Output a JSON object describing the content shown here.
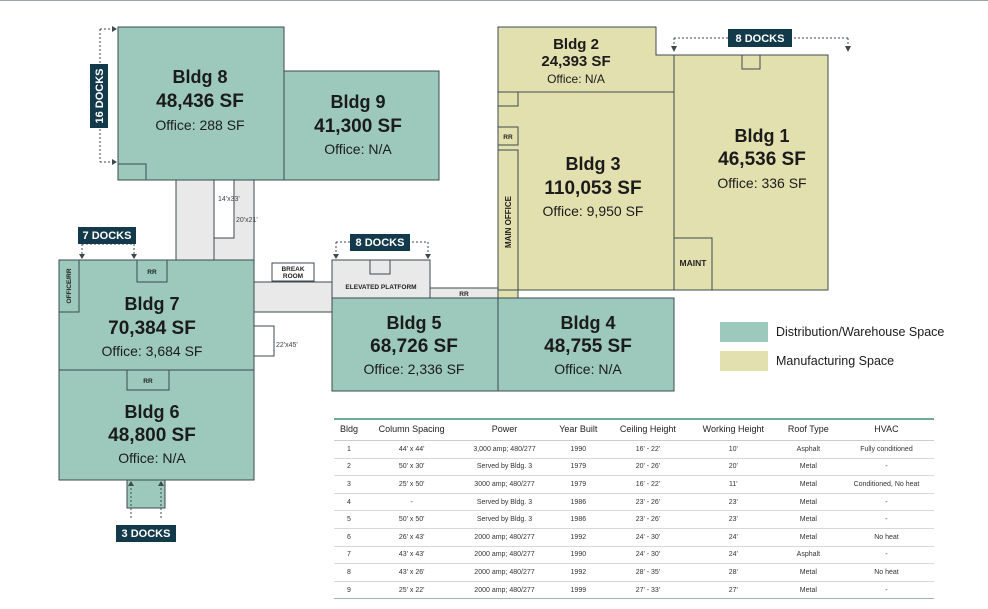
{
  "colors": {
    "distribution": "#9cc9bb",
    "manufacturing": "#e2e0ae",
    "corridor": "#e9e9e9",
    "outline": "#3d4a4f",
    "dock_badge": "#133a4a",
    "rule": "#6fa89c"
  },
  "buildings": {
    "b8": {
      "name": "Bldg 8",
      "sf": "48,436 SF",
      "office": "Office: 288 SF"
    },
    "b9": {
      "name": "Bldg 9",
      "sf": "41,300 SF",
      "office": "Office: N/A"
    },
    "b2": {
      "name": "Bldg 2",
      "sf": "24,393 SF",
      "office": "Office: N/A"
    },
    "b1": {
      "name": "Bldg 1",
      "sf": "46,536 SF",
      "office": "Office: 336 SF"
    },
    "b3": {
      "name": "Bldg 3",
      "sf": "110,053 SF",
      "office": "Office: 9,950 SF"
    },
    "b7": {
      "name": "Bldg 7",
      "sf": "70,384 SF",
      "office": "Office: 3,684 SF"
    },
    "b6": {
      "name": "Bldg 6",
      "sf": "48,800 SF",
      "office": "Office: N/A"
    },
    "b5": {
      "name": "Bldg 5",
      "sf": "68,726 SF",
      "office": "Office: 2,336 SF"
    },
    "b4": {
      "name": "Bldg 4",
      "sf": "48,755 SF",
      "office": "Office: N/A"
    }
  },
  "docks": {
    "d16": "16 DOCKS",
    "d8a": "8 DOCKS",
    "d7": "7 DOCKS",
    "d8b": "8 DOCKS",
    "d3": "3 DOCKS"
  },
  "rooms": {
    "rr": "RR",
    "main_office": "MAIN OFFICE",
    "maint": "MAINT",
    "office_rr": "OFFICE/RR",
    "break_room_1": "BREAK",
    "break_room_2": "ROOM",
    "elevated_platform": "ELEVATED PLATFORM"
  },
  "dimensions": {
    "d1": "14'x33'",
    "d2": "20'x21'",
    "d3": "22'x45'"
  },
  "legend": [
    {
      "label": "Distribution/Warehouse Space",
      "color": "#9cc9bb"
    },
    {
      "label": "Manufacturing Space",
      "color": "#e2e0ae"
    }
  ],
  "table": {
    "headers": [
      "Bldg",
      "Column Spacing",
      "Power",
      "Year Built",
      "Ceiling Height",
      "Working Height",
      "Roof Type",
      "HVAC"
    ],
    "rows": [
      [
        "1",
        "44' x 44'",
        "3,000 amp; 480/277",
        "1990",
        "16' - 22'",
        "10'",
        "Asphalt",
        "Fully conditioned"
      ],
      [
        "2",
        "50' x 30'",
        "Served by Bldg. 3",
        "1979",
        "20' - 26'",
        "20'",
        "Metal",
        "-"
      ],
      [
        "3",
        "25' x 50'",
        "3000 amp; 480/277",
        "1979",
        "16' - 22'",
        "11'",
        "Metal",
        "Conditioned, No heat"
      ],
      [
        "4",
        "-",
        "Served by Bldg. 3",
        "1986",
        "23' - 26'",
        "23'",
        "Metal",
        "-"
      ],
      [
        "5",
        "50' x 50'",
        "Served by Bldg. 3",
        "1986",
        "23' - 26'",
        "23'",
        "Metal",
        "-"
      ],
      [
        "6",
        "26' x 43'",
        "2000 amp; 480/277",
        "1992",
        "24' - 30'",
        "24'",
        "Metal",
        "No heat"
      ],
      [
        "7",
        "43' x 43'",
        "2000 amp; 480/277",
        "1990",
        "24' - 30'",
        "24'",
        "Asphalt",
        "-"
      ],
      [
        "8",
        "43' x 26'",
        "2000 amp; 480/277",
        "1992",
        "28' - 35'",
        "28'",
        "Metal",
        "No heat"
      ],
      [
        "9",
        "25' x 22'",
        "2000 amp; 480/277",
        "1999",
        "27' - 33'",
        "27'",
        "Metal",
        "-"
      ]
    ]
  }
}
